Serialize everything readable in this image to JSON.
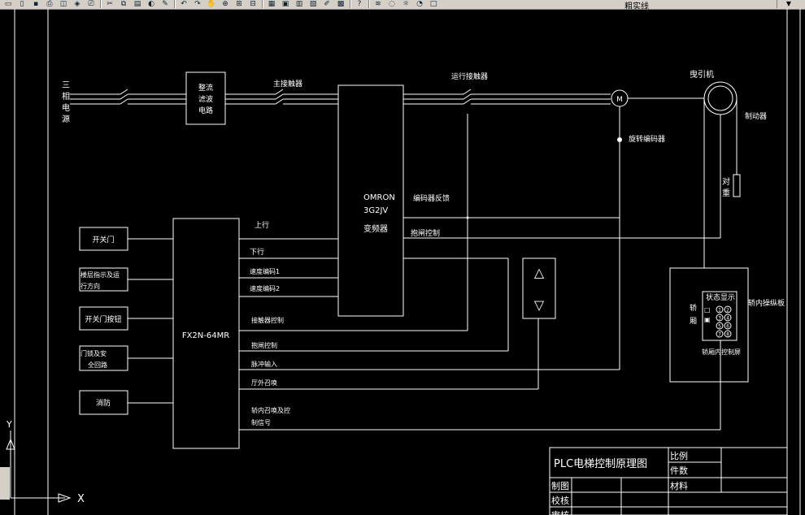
{
  "toolbar": {
    "icons": [
      "new-icon",
      "open-icon",
      "save-icon",
      "print-icon",
      "preview-icon",
      "publish-icon",
      "plot-icon",
      "cut-icon",
      "copy-icon",
      "paste-icon",
      "match-icon",
      "brush-icon",
      "undo-icon",
      "redo-icon",
      "pan-icon",
      "zoom-realtime-icon",
      "zoom-window-icon",
      "zoom-previous-icon",
      "properties-icon",
      "design-center-icon",
      "tool-palette-icon",
      "sheet-set-icon",
      "markup-icon",
      "calc-icon",
      "help-icon",
      "layer-manager-icon",
      "bulb-icon",
      "sun-icon",
      "lock-icon",
      "color-icon"
    ],
    "glyphs": [
      "▭",
      "▯",
      "▪",
      "⎙",
      "◫",
      "◈",
      "⎚",
      "✂",
      "⧉",
      "▤",
      "◐",
      "✎",
      "↶",
      "↷",
      "✋",
      "⊕",
      "⊞",
      "⊟",
      "▦",
      "▣",
      "▥",
      "▧",
      "✐",
      "▩",
      "?",
      "≋",
      "◌",
      "☼",
      "◔",
      "□"
    ],
    "layer_name": "粗实线",
    "dropdown_glyph": "▼"
  },
  "diagram": {
    "power_source": [
      "三",
      "相",
      "电",
      "源"
    ],
    "rectifier": [
      "整流",
      "滤波",
      "电路"
    ],
    "main_contactor": "主接触器",
    "run_contactor": "运行接触器",
    "inverter": [
      "OMRON",
      "3G2JV",
      "变频器"
    ],
    "encoder_feedback": "编码器反馈",
    "brake_control_inv": "抱闸控制",
    "motor_symbol": "M",
    "traction_machine": "曳引机",
    "brake": "制动器",
    "rotary_encoder": "旋转编码器",
    "counterweight": [
      "对",
      "重"
    ],
    "plc": "FX2N-64MR",
    "plc_inputs": [
      "开关门",
      "楼层指示及运行方向",
      "开关门按钮",
      "门锁及安全回路",
      "消防"
    ],
    "signals": [
      "上行",
      "下行",
      "速度编码1",
      "速度编码2",
      "接触器控制",
      "抱闸控制",
      "脉冲输入",
      "厅外召唤",
      "轿内召唤及控制信号"
    ],
    "car_label": [
      "轿",
      "厢"
    ],
    "status_display": "状态显示",
    "car_panel_label": "轿厢内控制屏",
    "car_board_label": "轿内操纵板",
    "hall_buttons": [
      "△",
      "▽"
    ],
    "car_button_labels": [
      "1",
      "2",
      "3",
      "4",
      "5",
      "6",
      "7",
      "8"
    ],
    "small_marks": [
      "□",
      "▣"
    ]
  },
  "title_block": {
    "title": "PLC电梯控制原理图",
    "scale_label": "比例",
    "qty_label": "件数",
    "material_label": "材料",
    "drawn_label": "制图",
    "checked_label": "校核",
    "approved_label": "审核"
  },
  "ucs": {
    "x_label": "X",
    "y_label": "Y"
  }
}
